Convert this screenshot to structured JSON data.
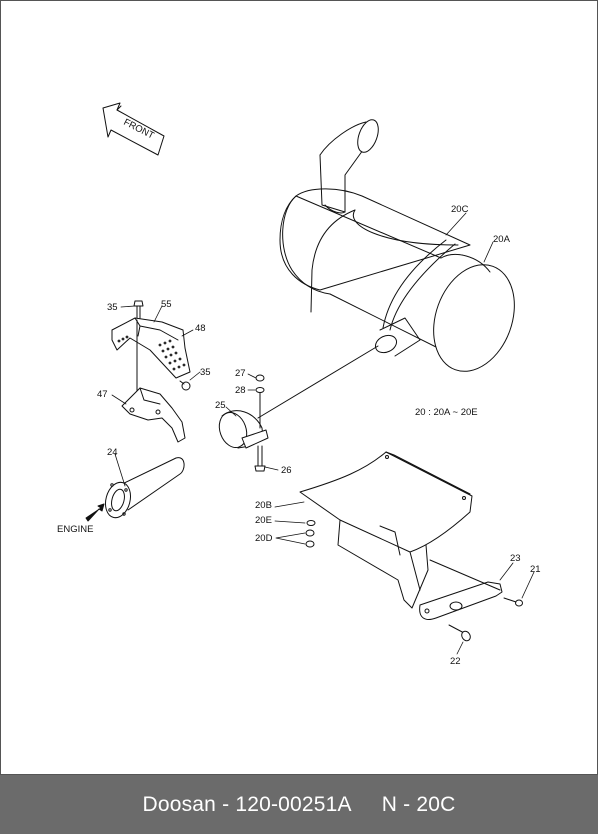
{
  "diagram": {
    "direction_label": "FRONT",
    "engine_label": "ENGINE",
    "range_note": "20 : 20A ~ 20E",
    "part_labels": [
      {
        "id": "20C",
        "text": "20C"
      },
      {
        "id": "20A",
        "text": "20A"
      },
      {
        "id": "35a",
        "text": "35"
      },
      {
        "id": "55",
        "text": "55"
      },
      {
        "id": "48",
        "text": "48"
      },
      {
        "id": "35b",
        "text": "35"
      },
      {
        "id": "27",
        "text": "27"
      },
      {
        "id": "28",
        "text": "28"
      },
      {
        "id": "47",
        "text": "47"
      },
      {
        "id": "25",
        "text": "25"
      },
      {
        "id": "24",
        "text": "24"
      },
      {
        "id": "26",
        "text": "26"
      },
      {
        "id": "20B",
        "text": "20B"
      },
      {
        "id": "20E",
        "text": "20E"
      },
      {
        "id": "20D",
        "text": "20D"
      },
      {
        "id": "23",
        "text": "23"
      },
      {
        "id": "21",
        "text": "21"
      },
      {
        "id": "22",
        "text": "22"
      }
    ]
  },
  "footer": {
    "brand": "Doosan",
    "separator": " - ",
    "part_number": "120-00251A",
    "diagram_ref": "N - 20C"
  }
}
